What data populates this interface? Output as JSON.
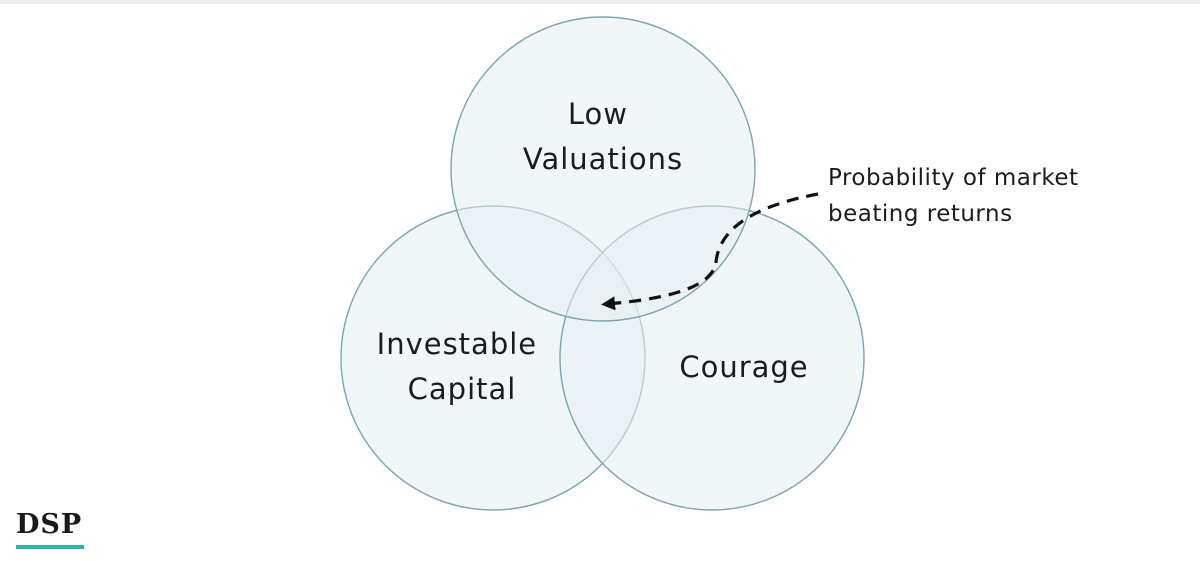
{
  "diagram": {
    "circles": [
      {
        "id": "top",
        "lines": [
          "Low",
          "Valuations"
        ]
      },
      {
        "id": "left",
        "lines": [
          "Investable",
          "Capital"
        ]
      },
      {
        "id": "right",
        "lines": [
          "Courage"
        ]
      }
    ],
    "annotation": {
      "lines": [
        "Probability of market",
        "beating returns"
      ]
    }
  },
  "logo": {
    "text": "DSP"
  },
  "colors": {
    "circle_fill": "#e6eff3",
    "circle_stroke": "#7fa3b0",
    "logo_accent": "#2fb3a5"
  }
}
